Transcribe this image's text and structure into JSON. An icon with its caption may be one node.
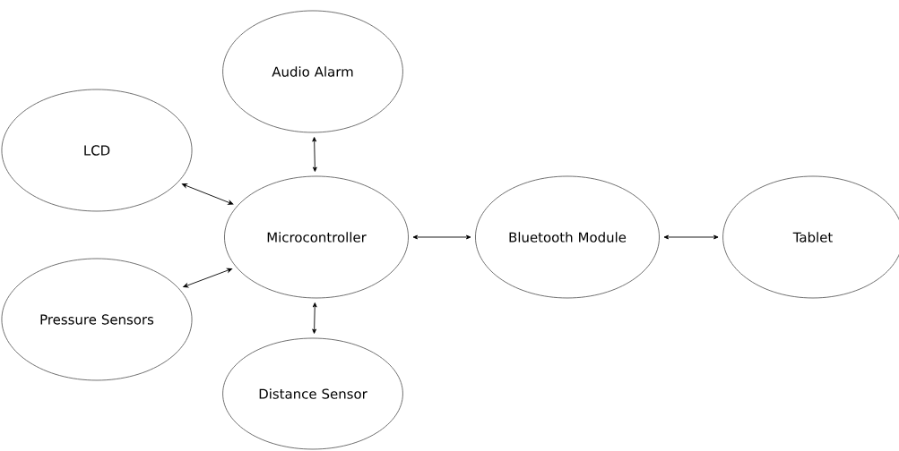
{
  "diagram": {
    "nodes": [
      {
        "text": [
          "Audio Alarm"
        ]
      },
      {
        "text": [
          "LCD"
        ]
      },
      {
        "text": [
          "Microcontroller"
        ]
      },
      {
        "text": [
          "Bluetooth Module"
        ]
      },
      {
        "text": [
          "Tablet"
        ]
      },
      {
        "text": [
          "Pressure Sensors"
        ]
      },
      {
        "text": [
          "Distance Sensor"
        ]
      }
    ],
    "edges": [
      {
        "from": 1,
        "to": 2,
        "arrow": "both"
      },
      {
        "from": 0,
        "to": 2,
        "arrow": "both"
      },
      {
        "from": 2,
        "to": 3,
        "arrow": "both"
      },
      {
        "from": 3,
        "to": 4,
        "arrow": "both"
      },
      {
        "from": 5,
        "to": 2,
        "arrow": "both"
      },
      {
        "from": 2,
        "to": 6,
        "arrow": "both"
      }
    ]
  }
}
